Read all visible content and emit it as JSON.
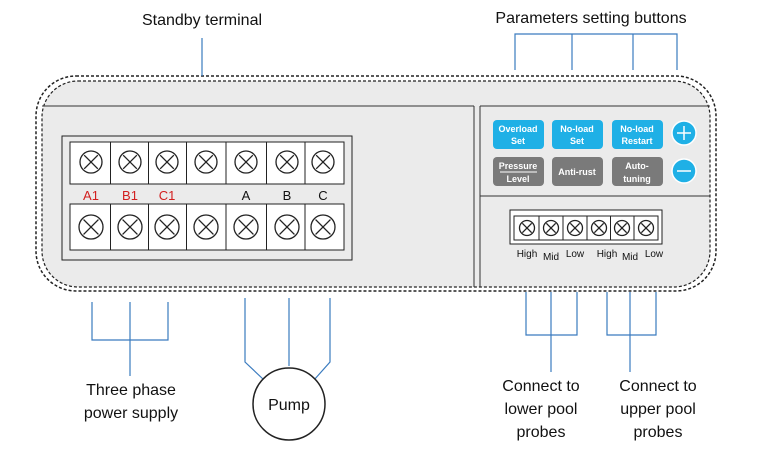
{
  "callouts": {
    "standby_terminal": "Standby terminal",
    "parameters_buttons": "Parameters setting buttons",
    "power_supply_line1": "Three phase",
    "power_supply_line2": "power supply",
    "pump": "Pump",
    "lower_probes_line1": "Connect to",
    "lower_probes_line2": "lower pool",
    "lower_probes_line3": "probes",
    "upper_probes_line1": "Connect to",
    "upper_probes_line2": "upper pool",
    "upper_probes_line3": "probes"
  },
  "terminal_labels": {
    "input": [
      "A1",
      "B1",
      "C1"
    ],
    "output": [
      "A",
      "B",
      "C"
    ]
  },
  "buttons": {
    "overload_set": [
      "Overload",
      "Set"
    ],
    "noload_set": [
      "No-load",
      "Set"
    ],
    "noload_restart": [
      "No-load",
      "Restart"
    ],
    "pressure_level": [
      "Pressure",
      "Level"
    ],
    "anti_rust": "Anti-rust",
    "auto_tuning": [
      "Auto-",
      "tuning"
    ],
    "plus_symbol": "+",
    "minus_symbol": "−"
  },
  "probe_labels": [
    "High",
    "Mid",
    "Low",
    "High",
    "Mid",
    "Low"
  ],
  "colors": {
    "panel": "#ebebeb",
    "button_blue": "#1fb0e6",
    "button_gray": "#7a7a7a",
    "callout_line": "#3a7bbf",
    "red_label": "#d21f1f"
  }
}
